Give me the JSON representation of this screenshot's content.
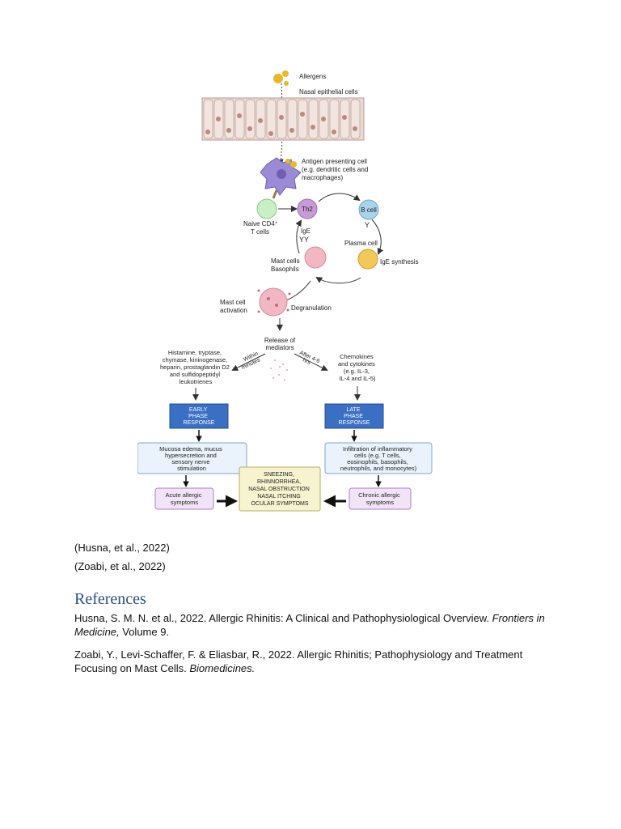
{
  "figure": {
    "allergens": "Allergens",
    "epithelial": "Nasal epithelial cells",
    "apc_line1": "Antigen presenting cell",
    "apc_line2": "(e.g. dendritic cells and",
    "apc_line3": "macrophages)",
    "naive_line1": "Naive CD4⁺",
    "naive_line2": "T cells",
    "th2": "Th2",
    "bcell": "B cell",
    "ige": "IgE",
    "plasma": "Plasma cell",
    "ige_synth": "IgE synthesis",
    "mast_line1": "Mast cells",
    "mast_line2": "Basophils",
    "activation_line1": "Mast cell",
    "activation_line2": "activation",
    "degranulation": "Degranulation",
    "release_line1": "Release of",
    "release_line2": "mediators",
    "within": "Within",
    "minutes": "minutes",
    "after": "After 4-6",
    "hrs": "hrs",
    "early_mediators": [
      "Histamine, tryptase,",
      "chymase, kininogenase,",
      "heparin, prostaglandin D2",
      "and sulfidopeptidyl",
      "leukotrienes"
    ],
    "late_mediators": [
      "Chemokines",
      "and cytokines",
      "(e.g. IL-3,",
      "IL-4 and IL-5)"
    ],
    "early_box": [
      "EARLY",
      "PHASE",
      "RESPONSE"
    ],
    "late_box": [
      "LATE",
      "PHASE",
      "RESPONSE"
    ],
    "early_effects": [
      "Mucosa edema, mucus",
      "hypersecretion and",
      "sensory nerve",
      "stimulation"
    ],
    "late_effects": [
      "Infiltration of inflammatory",
      "cells (e.g. T cells,",
      "eosinophils, basophils,",
      "neutrophils, and monocytes)"
    ],
    "acute": [
      "Acute allergic",
      "symptoms"
    ],
    "chronic": [
      "Chronic allergic",
      "symptoms"
    ],
    "symptoms": [
      "SNEEZING,",
      "RHINNORRHEA,",
      "NASAL OBSTRUCTION",
      "NASAL ITCHING",
      "OCULAR SYMPTOMS"
    ],
    "colors": {
      "blue_box": "#3a6fc4",
      "light_blue_box": "#eaf2fc",
      "purple_box": "#f1e4f6",
      "yellow_box": "#f7f3cf",
      "th2": "#c89ad8",
      "bcell": "#a9d3ea",
      "plasma": "#f2c85a",
      "mast": "#f3b7c4",
      "naive": "#c9efc6"
    }
  },
  "citations": {
    "c1": "(Husna, et al., 2022)",
    "c2": "(Zoabi, et al., 2022)"
  },
  "references": {
    "heading": "References",
    "ref1_main": "Husna, S. M. N. et al., 2022. Allergic Rhinitis: A Clinical and Pathophysiological Overview. ",
    "ref1_journal": "Frontiers in Medicine,",
    "ref1_tail": " Volume 9.",
    "ref2_main": "Zoabi, Y., Levi-Schaffer, F. & Eliasbar, R., 2022. Allergic Rhinitis; Pathophysiology and Treatment Focusing on Mast Cells. ",
    "ref2_journal": "Biomedicines."
  }
}
